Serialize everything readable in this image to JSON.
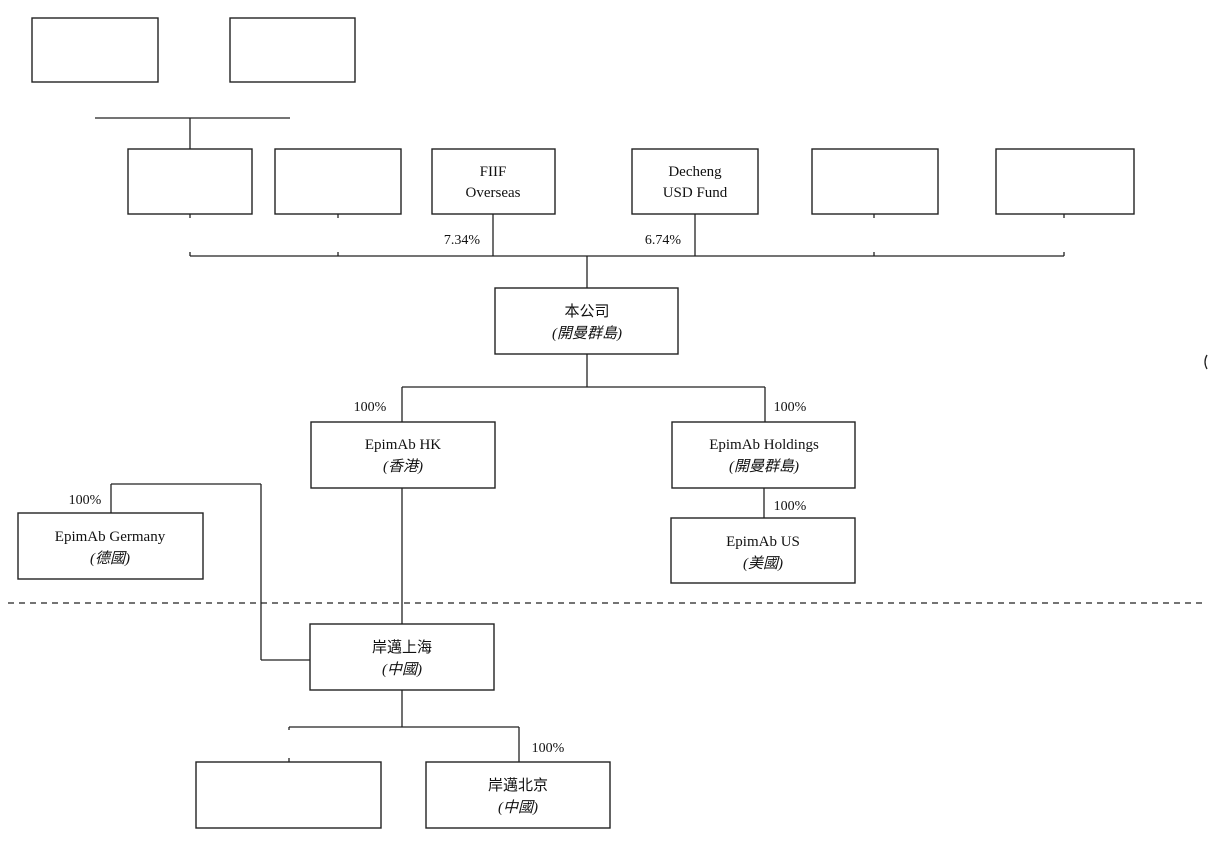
{
  "entities": {
    "fiif": {
      "line1": "FIIF",
      "line2": "Overseas"
    },
    "decheng": {
      "line1": "Decheng",
      "line2": "USD Fund"
    },
    "company": {
      "name": "本公司",
      "place": "(開曼群島)"
    },
    "epimab_hk": {
      "name": "EpimAb HK",
      "place": "(香港)"
    },
    "epimab_holdings": {
      "name": "EpimAb Holdings",
      "place": "(開曼群島)"
    },
    "epimab_us": {
      "name": "EpimAb US",
      "place": "(美國)"
    },
    "epimab_germany": {
      "name": "EpimAb Germany",
      "place": "(德國)"
    },
    "epimab_shanghai": {
      "name": "岸邁上海",
      "place": "(中國)"
    },
    "epimab_beijing": {
      "name": "岸邁北京",
      "place": "(中國)"
    }
  },
  "percentages": {
    "fiif": "7.34%",
    "decheng": "6.74%",
    "hk": "100%",
    "holdings": "100%",
    "us": "100%",
    "germany": "100%",
    "beijing": "100%"
  }
}
